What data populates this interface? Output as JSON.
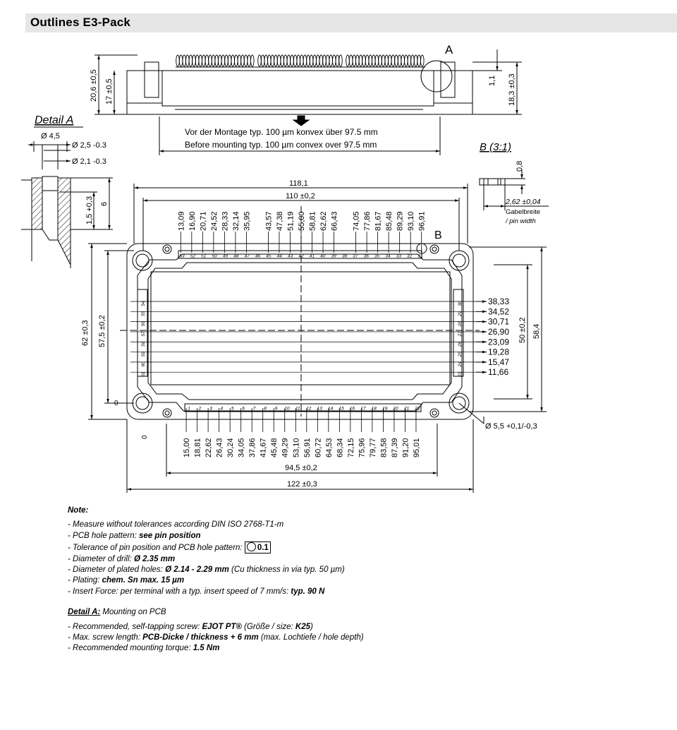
{
  "header": {
    "title": "Outlines   E3-Pack"
  },
  "side_view": {
    "marker_a": "A",
    "height_total": "20,6 ±0,5",
    "height_body": "17 ±0,5",
    "right_small": "1,1",
    "right_height": "18,3 ±0,3",
    "note_de": "Vor der Montage typ. 100 µm konvex über 97.5 mm",
    "note_en": "Before mounting typ. 100 µm convex over 97.5 mm"
  },
  "detail_a": {
    "title": "Detail A",
    "d1": "Ø 4,5",
    "d2": "Ø 2,5 -0.3",
    "d3": "Ø 2,1 -0.3",
    "h1": "1,5 +0,3",
    "h2": "6"
  },
  "detail_b": {
    "title": "B (3:1)",
    "thickness": "0,8",
    "width": "2,62 ±0,04",
    "label_de": "Gabelbreite",
    "label_en": "/ pin width"
  },
  "top_view": {
    "marker_b": "B",
    "dim_width_total": "118,1",
    "dim_width_holes": "110 ±0,2",
    "dim_bottom_pins": "94,5 ±0,2",
    "dim_width_body": "122 ±0,3",
    "dim_height_total": "62 ±0,3",
    "dim_height_holes": "57,5 ±0,2",
    "dim_right_pins": "50 ±0,2",
    "dim_right_total": "58,4",
    "hole_dia": "Ø 5,5 +0,1/-0,3",
    "origin_x": "0",
    "origin_y": "0",
    "top_pin_positions": [
      "13,09",
      "16,90",
      "20,71",
      "24,52",
      "28,33",
      "32,14",
      "35,95",
      "43,57",
      "47,38",
      "51,19",
      "55,00",
      "58,81",
      "62,62",
      "66,43",
      "74,05",
      "77,86",
      "81,67",
      "85,48",
      "89,29",
      "93,10",
      "96,91"
    ],
    "top_pin_numbers": [
      "53",
      "52",
      "51",
      "50",
      "49",
      "48",
      "47",
      "46",
      "45",
      "44",
      "43",
      "42",
      "41",
      "40",
      "39",
      "38",
      "37",
      "36",
      "35",
      "34",
      "33",
      "32",
      "31"
    ],
    "bottom_pin_positions": [
      "15,00",
      "18,81",
      "22,62",
      "26,43",
      "30,24",
      "34,05",
      "37,86",
      "41,67",
      "45,48",
      "49,29",
      "53,10",
      "56,91",
      "60,72",
      "64,53",
      "68,34",
      "72,15",
      "75,96",
      "79,77",
      "83,58",
      "87,39",
      "91,20",
      "95,01"
    ],
    "bottom_pin_numbers": [
      "1",
      "2",
      "3",
      "4",
      "5",
      "6",
      "7",
      "8",
      "9",
      "10",
      "11",
      "12",
      "13",
      "14",
      "15",
      "16",
      "17",
      "18",
      "19",
      "20",
      "21",
      "22"
    ],
    "right_pin_positions": [
      "38,33",
      "34,52",
      "30,71",
      "26,90",
      "23,09",
      "19,28",
      "15,47",
      "11,66"
    ],
    "left_pin_numbers": [
      "54",
      "55",
      "56",
      "57",
      "58",
      "59",
      "60",
      "61"
    ],
    "right_pin_numbers": [
      "30",
      "29",
      "28",
      "27",
      "26",
      "25",
      "24",
      "23"
    ]
  },
  "notes": {
    "title": "Note:",
    "l1": "- Measure without tolerances according DIN ISO 2768-T1-m",
    "l2a": "- PCB hole pattern: ",
    "l2b": "see pin position",
    "l3a": "- Tolerance of pin position and PCB hole pattern: ",
    "l3b": "0.1",
    "l4a": "- Diameter of drill: ",
    "l4b": "Ø 2.35 mm",
    "l5a": "- Diameter of plated holes: ",
    "l5b": "Ø 2.14 - 2.29 mm",
    "l5c": " (Cu thickness in via typ. 50 µm)",
    "l6a": "- Plating: ",
    "l6b": "chem. Sn max. 15 µm",
    "l7a": "- Insert Force: ",
    "l7b": "per terminal with a typ. insert speed of 7 mm/s: ",
    "l7c": "typ. 90 N",
    "detail_title": "Detail A:",
    "detail_sub": " Mounting on PCB",
    "d1a": "- Recommended, self-tapping screw: ",
    "d1b": "EJOT PT®",
    "d1c": " (Größe / size: ",
    "d1d": "K25",
    "d1e": ")",
    "d2a": "- Max. screw length: ",
    "d2b": "PCB-Dicke / thickness + 6 mm",
    "d2c": " (max. Lochtiefe / hole depth)",
    "d3a": "- Recommended mounting torque: ",
    "d3b": "1.5 Nm"
  }
}
